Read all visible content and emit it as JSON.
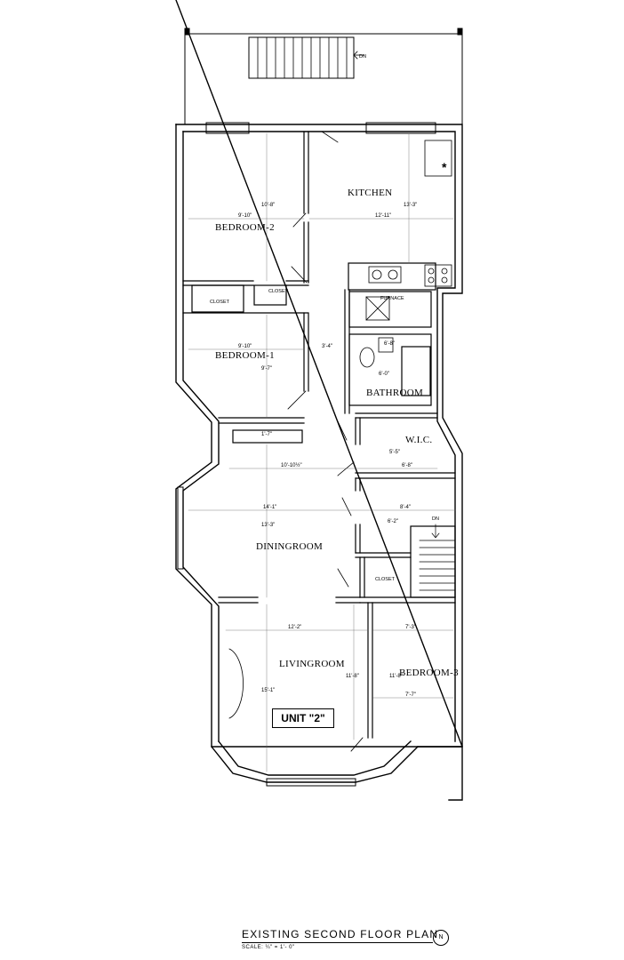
{
  "rooms": {
    "kitchen": "KITCHEN",
    "bedroom2": "BEDROOM-2",
    "bedroom1": "BEDROOM-1",
    "bathroom": "BATHROOM",
    "wic": "W.I.C.",
    "diningroom": "DININGROOM",
    "livingroom": "LIVINGROOM",
    "bedroom3": "BEDROOM-3",
    "closet_left": "CLOSET",
    "closet_right": "CLOSET",
    "closet_dining": "CLOSET",
    "furnace": "FURNACE"
  },
  "labels": {
    "dn_top": "DN",
    "dn_stair": "DN",
    "unit": "UNIT \"2\"",
    "asterisk": "*"
  },
  "dimensions": {
    "bed2_w": "9'-10\"",
    "bed2_h": "10'-8\"",
    "kitchen_w": "12'-11\"",
    "kitchen_h": "13'-3\"",
    "bed1_w": "9'-10\"",
    "bed1_h": "9'-7\"",
    "hall_w": "3'-4\"",
    "bath_w": "6'-8\"",
    "bath_h": "6'-0\"",
    "bay_w": "1'-7\"",
    "dining_upper_w": "10'-10½\"",
    "wic_w": "6'-8\"",
    "wic_h": "5'-5\"",
    "dining_w": "14'-1\"",
    "dining_h": "13'-3\"",
    "closet2_w": "8'-4\"",
    "closet2_h": "6'-2\"",
    "living_w": "12'-2\"",
    "living_h": "15'-1\"",
    "bed3_w": "7'-3\"",
    "bed3_w2": "7'-7\"",
    "bed3_h": "11'-8\"",
    "living_side": "11'-8\""
  },
  "title": {
    "main": "EXISTING SECOND FLOOR PLAN",
    "scale": "SCALE: ¼\" = 1'- 0\"",
    "north": "N"
  }
}
